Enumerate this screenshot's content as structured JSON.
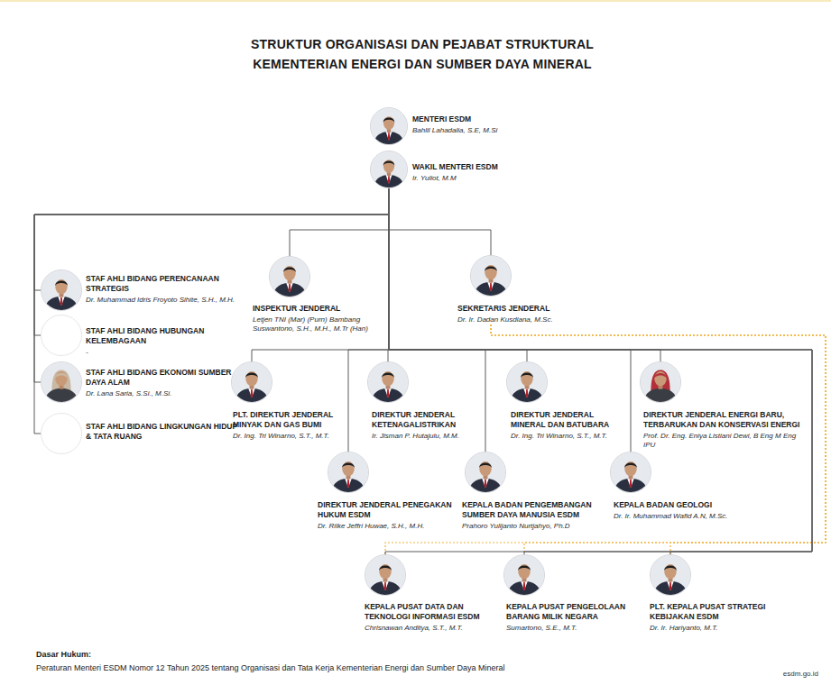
{
  "diagram": {
    "title": "STRUKTUR ORGANISASI DAN PEJABAT STRUKTURAL KEMENTERIAN ENERGI DAN SUMBER DAYA MINERAL",
    "nodes": [
      {
        "text": [
          "MENTERI ESDM",
          "Bahlil Lahadalia, S.E, M.Si"
        ]
      },
      {
        "text": [
          "WAKIL MENTERI ESDM",
          "Ir. Yuliot, M.M"
        ]
      },
      {
        "text": [
          "STAF AHLI BIDANG PERENCANAAN STRATEGIS",
          "Dr. Muhammad Idris Froyoto Sihite, S.H., M.H."
        ]
      },
      {
        "text": [
          "INSPEKTUR JENDERAL",
          "Letjen TNI (Mar) (Purn) Bambang Suswantono, S.H., M.H., M.Tr (Han)"
        ]
      },
      {
        "text": [
          "SEKRETARIS JENDERAL",
          "Dr. Ir. Dadan Kusdiana, M.Sc."
        ]
      },
      {
        "text": [
          "STAF AHLI BIDANG HUBUNGAN KELEMBAGAAN",
          "-"
        ]
      },
      {
        "text": [
          "STAF AHLI BIDANG EKONOMI SUMBER DAYA ALAM",
          "Dr. Lana Saria, S.Si., M.Si."
        ]
      },
      {
        "text": [
          "STAF AHLI BIDANG LINGKUNGAN HIDUP & TATA RUANG"
        ]
      },
      {
        "text": [
          "PLT. DIREKTUR JENDERAL MINYAK DAN GAS BUMI",
          "Dr. Ing. Tri Winarno, S.T., M.T."
        ]
      },
      {
        "text": [
          "DIREKTUR JENDERAL KETENAGALISTRIKAN",
          "Ir. Jisman P. Hutajulu, M.M."
        ]
      },
      {
        "text": [
          "DIREKTUR JENDERAL MINERAL DAN BATUBARA",
          "Dr. Ing. Tri Winarno, S.T., M.T."
        ]
      },
      {
        "text": [
          "DIREKTUR JENDERAL ENERGI BARU, TERBARUKAN DAN KONSERVASI ENERGI",
          "Prof. Dr. Eng. Eniya Listiani Dewi, B Eng M Eng IPU"
        ]
      },
      {
        "text": [
          "DIREKTUR JENDERAL PENEGAKAN HUKUM ESDM",
          "Dr. Rilke Jeffri Huwae, S.H., M.H."
        ]
      },
      {
        "text": [
          "KEPALA BADAN PENGEMBANGAN SUMBER DAYA MANUSIA ESDM",
          "Prahoro Yulijanto Nurtjahyo, Ph.D"
        ]
      },
      {
        "text": [
          "KEPALA BADAN GEOLOGI",
          "Dr. Ir. Muhammad Wafid A.N, M.Sc."
        ]
      },
      {
        "text": [
          "KEPALA PUSAT DATA DAN TEKNOLOGI INFORMASI ESDM",
          "Chrisnawan Anditya, S.T., M.T."
        ]
      },
      {
        "text": [
          "KEPALA PUSAT PENGELOLAAN BARANG MILIK NEGARA",
          "Sumartono, S.E., M.T."
        ]
      },
      {
        "text": [
          "PLT. KEPALA PUSAT STRATEGI KEBIJAKAN ESDM",
          "Dr. Ir. Hariyanto, M.T."
        ]
      }
    ],
    "edges": [
      {
        "from": 1,
        "to": 2,
        "arrow": "none"
      },
      {
        "from": 1,
        "to": 5,
        "arrow": "none"
      },
      {
        "from": 1,
        "to": 6,
        "arrow": "none"
      },
      {
        "from": 1,
        "to": 7,
        "arrow": "none"
      },
      {
        "from": 1,
        "to": 3,
        "arrow": "none"
      },
      {
        "from": 1,
        "to": 4,
        "arrow": "none"
      },
      {
        "from": 1,
        "to": 8,
        "arrow": "none"
      },
      {
        "from": 1,
        "to": 9,
        "arrow": "none"
      },
      {
        "from": 1,
        "to": 10,
        "arrow": "none"
      },
      {
        "from": 1,
        "to": 11,
        "arrow": "none"
      },
      {
        "from": 1,
        "to": 12,
        "arrow": "none"
      },
      {
        "from": 1,
        "to": 13,
        "arrow": "none"
      },
      {
        "from": 1,
        "to": 14,
        "arrow": "none"
      },
      {
        "from": 1,
        "to": 15,
        "arrow": "none"
      },
      {
        "from": 1,
        "to": 16,
        "arrow": "none"
      },
      {
        "from": 1,
        "to": 17,
        "arrow": "none"
      },
      {
        "from": 4,
        "to": 15,
        "arrow": "none"
      },
      {
        "from": 4,
        "to": 16,
        "arrow": "none"
      },
      {
        "from": 4,
        "to": 17,
        "arrow": "none"
      }
    ],
    "labels": [
      "Dasar Hukum:",
      "Peraturan Menteri ESDM Nomor 12 Tahun 2025 tentang Organisasi dan Tata Kerja Kementerian Energi dan Sumber Daya Mineral",
      "esdm.go.id"
    ]
  }
}
